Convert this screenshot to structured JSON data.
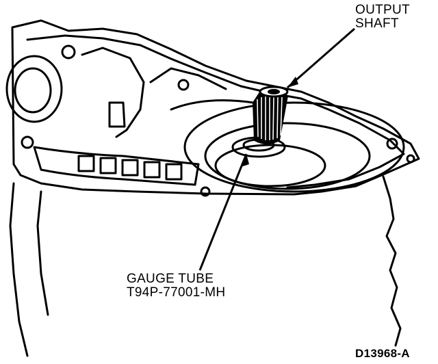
{
  "labels": {
    "output_shaft": [
      "OUTPUT",
      "SHAFT"
    ],
    "gauge_tube": [
      "GAUGE TUBE",
      "T94P-77001-MH"
    ],
    "figure_id": "D13968-A"
  }
}
